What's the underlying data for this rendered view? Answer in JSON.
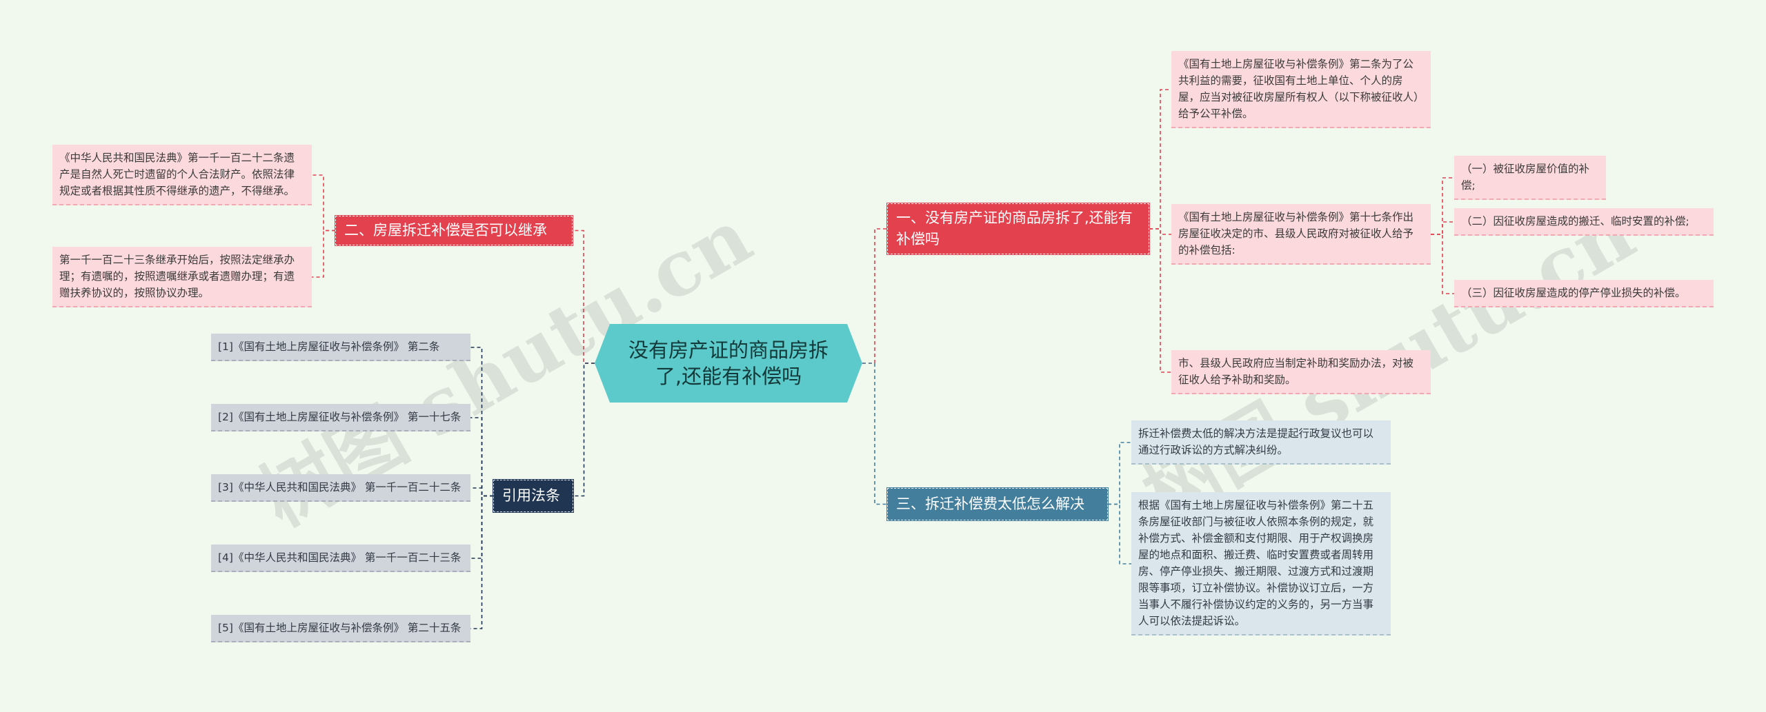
{
  "central": {
    "title": "没有房产证的商品房拆了,还能有补偿吗"
  },
  "branches": {
    "b1": {
      "label": "一、没有房产证的商品房拆了,还能有补偿吗"
    },
    "b2": {
      "label": "二、房屋拆迁补偿是否可以继承"
    },
    "b3": {
      "label": "三、拆迁补偿费太低怎么解决"
    },
    "refs": {
      "label": "引用法条"
    }
  },
  "b1_leaves": [
    "《国有土地上房屋征收与补偿条例》第二条为了公共利益的需要，征收国有土地上单位、个人的房屋，应当对被征收房屋所有权人（以下称被征收人）给予公平补偿。",
    "《国有土地上房屋征收与补偿条例》第十七条作出房屋征收决定的市、县级人民政府对被征收人给予的补偿包括:",
    "市、县级人民政府应当制定补助和奖励办法，对被征收人给予补助和奖励。"
  ],
  "b1_sub_leaves": [
    "（一）被征收房屋价值的补偿;",
    "（二）因征收房屋造成的搬迁、临时安置的补偿;",
    "（三）因征收房屋造成的停产停业损失的补偿。"
  ],
  "b2_leaves": [
    "《中华人民共和国民法典》第一千一百二十二条遗产是自然人死亡时遗留的个人合法财产。依照法律规定或者根据其性质不得继承的遗产，不得继承。",
    "第一千一百二十三条继承开始后，按照法定继承办理；有遗嘱的，按照遗嘱继承或者遗赠办理；有遗赠扶养协议的，按照协议办理。"
  ],
  "b3_leaves": [
    "拆迁补偿费太低的解决方法是提起行政复议也可以通过行政诉讼的方式解决纠纷。",
    "根据《国有土地上房屋征收与补偿条例》第二十五条房屋征收部门与被征收人依照本条例的规定，就补偿方式、补偿金额和支付期限、用于产权调换房屋的地点和面积、搬迁费、临时安置费或者周转用房、停产停业损失、搬迁期限、过渡方式和过渡期限等事项，订立补偿协议。补偿协议订立后，一方当事人不履行补偿协议约定的义务的，另一方当事人可以依法提起诉讼。"
  ],
  "ref_leaves": [
    "[1]《国有土地上房屋征收与补偿条例》 第二条",
    "[2]《国有土地上房屋征收与补偿条例》 第一十七条",
    "[3]《中华人民共和国民法典》 第一千一百二十二条",
    "[4]《中华人民共和国民法典》 第一千一百二十三条",
    "[5]《国有土地上房屋征收与补偿条例》 第二十五条"
  ],
  "watermarks": [
    "树图 shutu.cn",
    "树图 shutu.cn"
  ],
  "colors": {
    "central": "#5ccaca",
    "branch_red": "#e3414e",
    "branch_blue": "#437e9d",
    "branch_navy": "#1f3552",
    "leaf_pink": "#fcd9dc",
    "leaf_gray": "#d0d5dc",
    "leaf_blue": "#dae6ec",
    "background": "#f1f9ee"
  }
}
